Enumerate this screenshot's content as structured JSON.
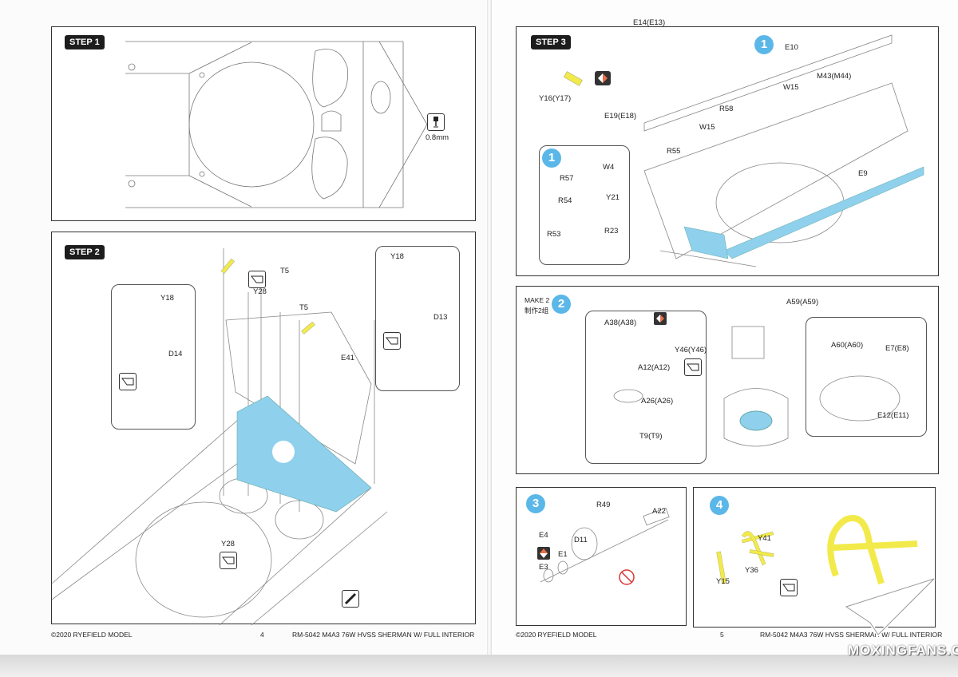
{
  "document": {
    "title": "RM-5042 M4A3 76W HVSS SHERMAN W/ FULL INTERIOR",
    "copyright": "©2020 RYEFIELD MODEL",
    "watermark": "MOXINGFANS.COM"
  },
  "pages": [
    {
      "number": "4",
      "footer_left": "©2020 RYEFIELD MODEL",
      "footer_right": "RM-5042  M4A3 76W HVSS SHERMAN W/ FULL INTERIOR",
      "steps": [
        {
          "label": "STEP 1",
          "icons": [
            {
              "name": "drill-icon",
              "caption": "0.8mm"
            }
          ]
        },
        {
          "label": "STEP 2",
          "part_labels": [
            "Y18",
            "D14",
            "Y28",
            "T5",
            "T5",
            "E41",
            "Y18",
            "D13",
            "Y28"
          ],
          "icons": [
            {
              "name": "bend-icon"
            },
            {
              "name": "bend-icon"
            },
            {
              "name": "bend-icon"
            },
            {
              "name": "bend-icon"
            },
            {
              "name": "knife-icon"
            }
          ]
        }
      ]
    },
    {
      "number": "5",
      "footer_left": "©2020 RYEFIELD MODEL",
      "footer_right": "RM-5042  M4A3 76W HVSS SHERMAN W/ FULL INTERIOR",
      "steps": [
        {
          "label": "STEP 3",
          "badge": "1",
          "part_labels": [
            "E14(E13)",
            "E10",
            "Y16(Y17)",
            "E19(E18)",
            "W15",
            "M43(M44)",
            "R58",
            "W15",
            "R55",
            "E9"
          ],
          "inset": {
            "badge": "1",
            "part_labels": [
              "W4",
              "R57",
              "R54",
              "Y21",
              "R53",
              "R23"
            ]
          }
        },
        {
          "label_en": "MAKE 2",
          "label_cn": "制作2组",
          "badge": "2",
          "part_labels": [
            "A38(A38)",
            "Y46(Y46)",
            "A12(A12)",
            "A26(A26)",
            "T9(T9)",
            "A59(A59)",
            "A60(A60)",
            "E7(E8)",
            "E12(E11)"
          ]
        },
        {
          "badge": "3",
          "part_labels": [
            "R49",
            "A22",
            "E4",
            "D11",
            "E1",
            "E3"
          ]
        },
        {
          "badge": "4",
          "part_labels": [
            "Y41",
            "Y36",
            "Y15"
          ]
        }
      ]
    }
  ],
  "colors": {
    "photoetch_yellow": "#f2ea4a",
    "highlight_blue": "#8fd0ec",
    "badge_blue": "#5bb7e8",
    "step_badge_black": "#1d1d1d",
    "swap_orange": "#e8714a"
  }
}
